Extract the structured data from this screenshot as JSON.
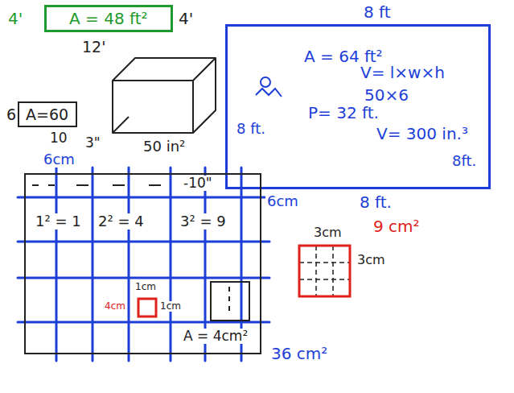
{
  "diagram": {
    "nodes": [
      {
        "text": [
          "A = 48 ft²"
        ]
      },
      {
        "text": [
          "A=60"
        ]
      },
      {
        "text": [
          "A = 64 ft²",
          "V= l×w×h",
          "50×6",
          "P= 32 ft.",
          "V= 300 in.³"
        ]
      },
      {
        "text": [
          "1² = 1",
          "2² = 4",
          "3² = 9"
        ]
      }
    ],
    "labels": [
      "4'",
      "4'",
      "12'",
      "6",
      "10",
      "3\"",
      "50 in²",
      "8 ft",
      "8 ft.",
      "8ft.",
      "8 ft.",
      "6cm",
      "6cm",
      "-10\"",
      "1cm",
      "4cm",
      "1cm",
      "A = 4cm²",
      "36 cm²",
      "3cm",
      "3cm",
      "9 cm²"
    ]
  }
}
